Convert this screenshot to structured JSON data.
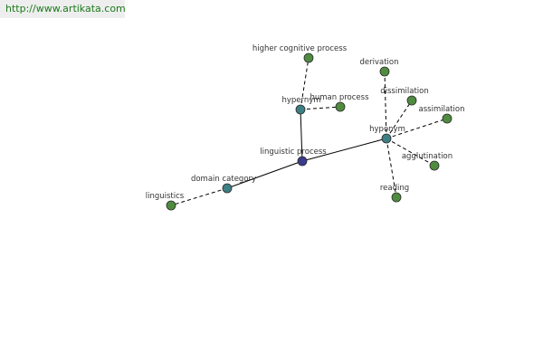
{
  "source_url": "http://www.artikata.com",
  "colors": {
    "center": "#3b3b8c",
    "relation": "#3d7f84",
    "leaf": "#4f8c3f",
    "stroke": "#2a2a2a",
    "edge": "#000000",
    "banner_text": "#1a7a1a",
    "banner_bg": "#eeeeee"
  },
  "nodes": [
    {
      "id": "linguistic-process",
      "label": "linguistic process",
      "kind": "center"
    },
    {
      "id": "hypernym",
      "label": "hypernym",
      "kind": "relation"
    },
    {
      "id": "hyponym",
      "label": "hyponym",
      "kind": "relation"
    },
    {
      "id": "domain-category",
      "label": "domain category",
      "kind": "relation"
    },
    {
      "id": "higher-cognitive-process",
      "label": "higher cognitive process",
      "kind": "leaf"
    },
    {
      "id": "human-process",
      "label": "human process",
      "kind": "leaf"
    },
    {
      "id": "derivation",
      "label": "derivation",
      "kind": "leaf"
    },
    {
      "id": "dissimilation",
      "label": "dissimilation",
      "kind": "leaf"
    },
    {
      "id": "assimilation",
      "label": "assimilation",
      "kind": "leaf"
    },
    {
      "id": "agglutination",
      "label": "agglutination",
      "kind": "leaf"
    },
    {
      "id": "reading",
      "label": "reading",
      "kind": "leaf"
    },
    {
      "id": "linguistics",
      "label": "linguistics",
      "kind": "leaf"
    }
  ],
  "edges": [
    {
      "from": "linguistic-process",
      "to": "hypernym",
      "style": "solid"
    },
    {
      "from": "linguistic-process",
      "to": "hyponym",
      "style": "solid"
    },
    {
      "from": "linguistic-process",
      "to": "domain-category",
      "style": "solid"
    },
    {
      "from": "hypernym",
      "to": "higher-cognitive-process",
      "style": "dashed"
    },
    {
      "from": "hypernym",
      "to": "human-process",
      "style": "dashed"
    },
    {
      "from": "hyponym",
      "to": "derivation",
      "style": "dashed"
    },
    {
      "from": "hyponym",
      "to": "dissimilation",
      "style": "dashed"
    },
    {
      "from": "hyponym",
      "to": "assimilation",
      "style": "dashed"
    },
    {
      "from": "hyponym",
      "to": "agglutination",
      "style": "dashed"
    },
    {
      "from": "hyponym",
      "to": "reading",
      "style": "dashed"
    },
    {
      "from": "domain-category",
      "to": "linguistics",
      "style": "dashed"
    }
  ]
}
